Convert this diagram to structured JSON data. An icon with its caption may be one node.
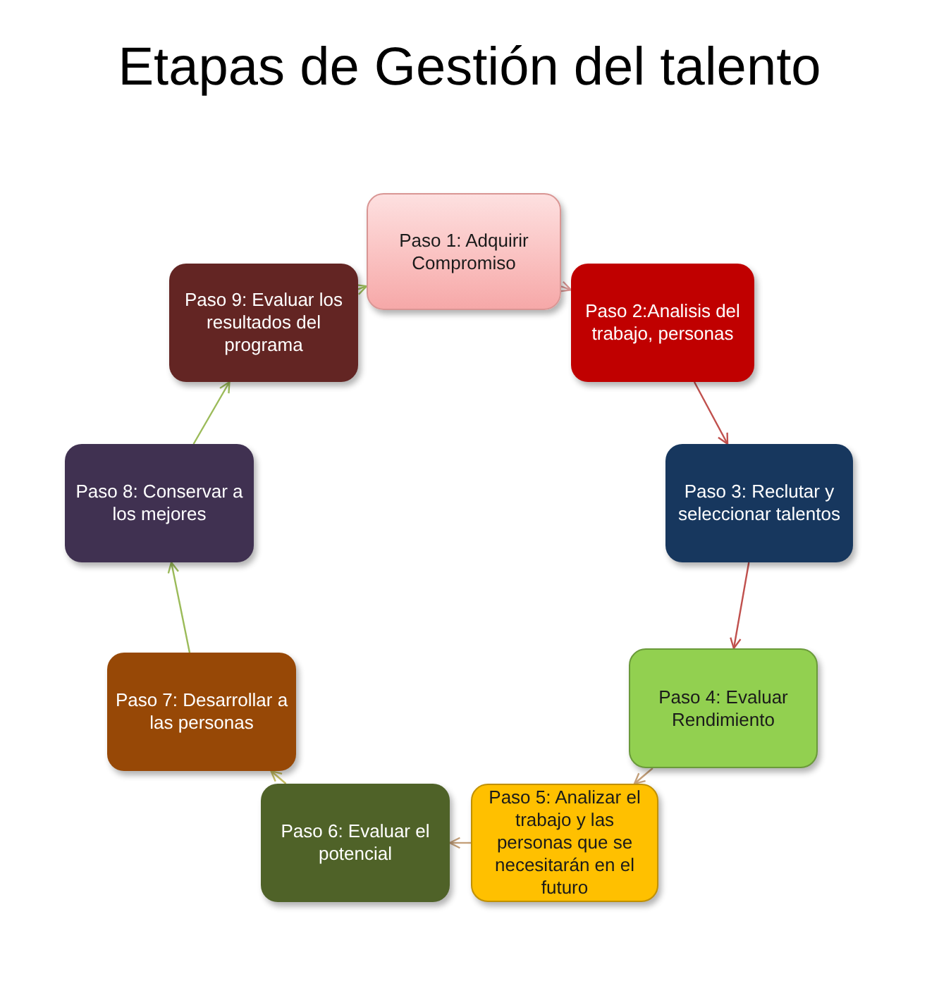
{
  "diagram": {
    "title": "Etapas de Gestión del talento",
    "nodes": [
      {
        "text": [
          "Paso 1: Adquirir Compromiso"
        ]
      },
      {
        "text": [
          "Paso 2:Analisis del trabajo, personas"
        ]
      },
      {
        "text": [
          "Paso 3: Reclutar y seleccionar talentos"
        ]
      },
      {
        "text": [
          "Paso 4: Evaluar Rendimiento"
        ]
      },
      {
        "text": [
          "Paso 5: Analizar el trabajo y las personas que se necesitarán en el futuro"
        ]
      },
      {
        "text": [
          "Paso 6: Evaluar el potencial"
        ]
      },
      {
        "text": [
          "Paso 7: Desarrollar a las personas"
        ]
      },
      {
        "text": [
          "Paso 8: Conservar a los mejores"
        ]
      },
      {
        "text": [
          "Paso 9: Evaluar los resultados del programa"
        ]
      }
    ],
    "edges": [
      {
        "from": 0,
        "to": 1,
        "arrow": "to",
        "color": "#d99694"
      },
      {
        "from": 1,
        "to": 2,
        "arrow": "to",
        "color": "#c0504d"
      },
      {
        "from": 2,
        "to": 3,
        "arrow": "to",
        "color": "#c0504d"
      },
      {
        "from": 3,
        "to": 4,
        "arrow": "to",
        "color": "#c4a07a"
      },
      {
        "from": 4,
        "to": 5,
        "arrow": "to",
        "color": "#c4a07a"
      },
      {
        "from": 5,
        "to": 6,
        "arrow": "to",
        "color": "#c4bd62"
      },
      {
        "from": 6,
        "to": 7,
        "arrow": "to",
        "color": "#9bbb59"
      },
      {
        "from": 7,
        "to": 8,
        "arrow": "to",
        "color": "#9bbb59"
      },
      {
        "from": 8,
        "to": 0,
        "arrow": "to",
        "color": "#9bbb59"
      }
    ]
  }
}
